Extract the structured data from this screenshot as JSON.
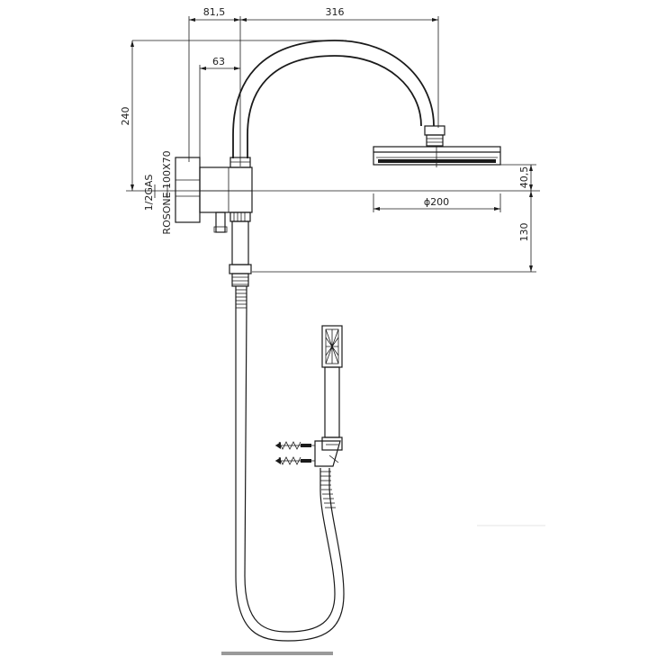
{
  "drawing": {
    "dimensions": {
      "wall_offset": "81,5",
      "arm_reach": "316",
      "inlet_offset": "63",
      "arm_height": "240",
      "head_height": "40,5",
      "head_diameter": "ϕ200",
      "outlet_drop": "130"
    },
    "labels": {
      "connection": "1/2GAS",
      "rosette": "ROSONE 100X70"
    }
  }
}
